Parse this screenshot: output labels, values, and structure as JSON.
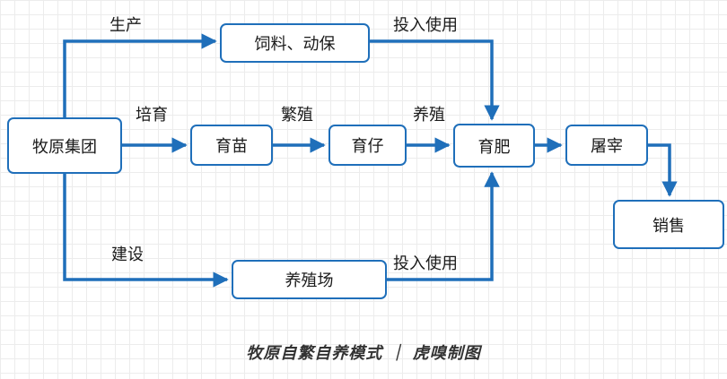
{
  "nodes": {
    "muyuan": "牧原集团",
    "feed": "饲料、动保",
    "yumiao": "育苗",
    "yuzai": "育仔",
    "yufei": "育肥",
    "tuzai": "屠宰",
    "xiaoshou": "销售",
    "yangzhichang": "养殖场"
  },
  "edge_labels": {
    "shengchan": "生产",
    "touru_top": "投入使用",
    "peiyu": "培育",
    "fanzhi": "繁殖",
    "yangzhi": "养殖",
    "jianshe": "建设",
    "touru_bottom": "投入使用"
  },
  "caption": "牧原自繁自养模式 ｜ 虎嗅制图",
  "colors": {
    "arrow": "#1f6fba",
    "box_border": "#1f6fba"
  }
}
